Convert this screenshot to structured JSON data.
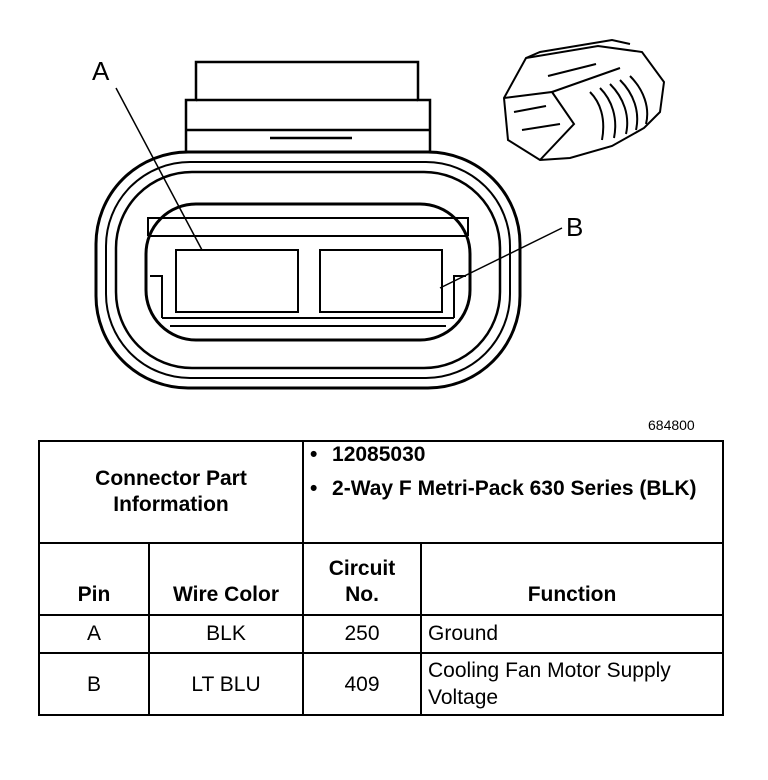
{
  "figure": {
    "pin_callouts": [
      "A",
      "B"
    ],
    "figure_number": "684800"
  },
  "connector_info": {
    "label": "Connector Part Information",
    "part_number": "12085030",
    "description": "2-Way F Metri-Pack 630 Series (BLK)"
  },
  "table": {
    "headers": {
      "pin": "Pin",
      "wire_color": "Wire Color",
      "circuit_no": "Circuit No.",
      "function": "Function"
    },
    "rows": [
      {
        "pin": "A",
        "wire_color": "BLK",
        "circuit": "250",
        "function": "Ground"
      },
      {
        "pin": "B",
        "wire_color": "LT BLU",
        "circuit": "409",
        "function": "Cooling Fan Motor Supply Voltage"
      }
    ]
  }
}
